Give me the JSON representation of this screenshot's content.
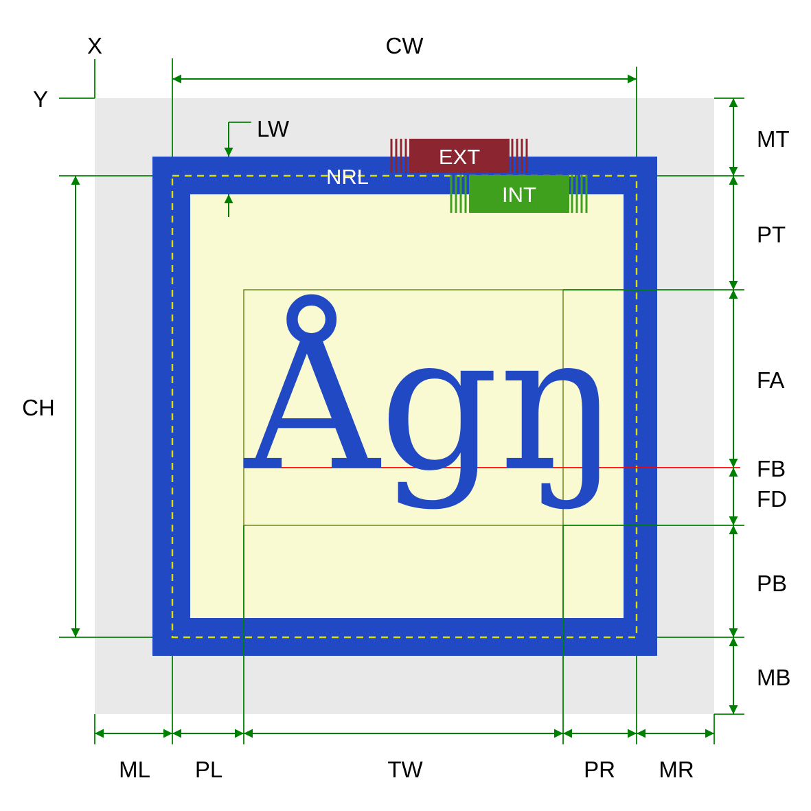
{
  "diagram": {
    "sample_text": "Ågŋ",
    "labels": {
      "origin_x": "X",
      "origin_y": "Y",
      "cell_width": "CW",
      "line_width": "LW",
      "normal_row_line": "NRL",
      "exterior_border": "EXT",
      "interior_border": "INT",
      "margin_top": "MT",
      "padding_top": "PT",
      "font_ascent": "FA",
      "font_baseline": "FB",
      "font_descent": "FD",
      "padding_bottom": "PB",
      "margin_bottom": "MB",
      "cell_height": "CH",
      "margin_left": "ML",
      "padding_left": "PL",
      "text_width": "TW",
      "padding_right": "PR",
      "margin_right": "MR"
    },
    "colors": {
      "margin_gray": "#e9e9e9",
      "border_blue": "#2149c4",
      "content_yellow": "#fafad2",
      "text_box_outline": "#557700",
      "dimension_green": "#008000",
      "nrl_dash_yellow": "#dde000",
      "baseline_red": "#ff0000",
      "fb_label_dark_red": "#8b0000",
      "ext_maroon": "#8b2630",
      "int_green": "#3fa01e",
      "glyph_blue": "#2149c4",
      "label_black": "#000000",
      "white_label": "#ffffff"
    }
  }
}
